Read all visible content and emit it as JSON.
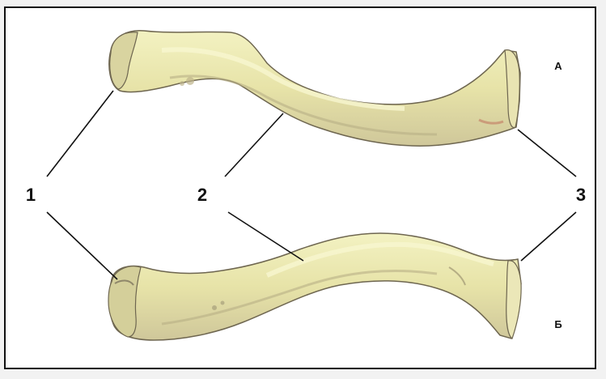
{
  "figure": {
    "view_labels": {
      "a": "А",
      "b": "Б"
    },
    "parts": [
      {
        "number": "1"
      },
      {
        "number": "2"
      },
      {
        "number": "3"
      }
    ]
  },
  "colors": {
    "bone_base": "#e4dfa6",
    "bone_highlight": "#f1f1b6",
    "bone_shadow": "#a9a17a",
    "bone_outline": "#6e6650"
  }
}
